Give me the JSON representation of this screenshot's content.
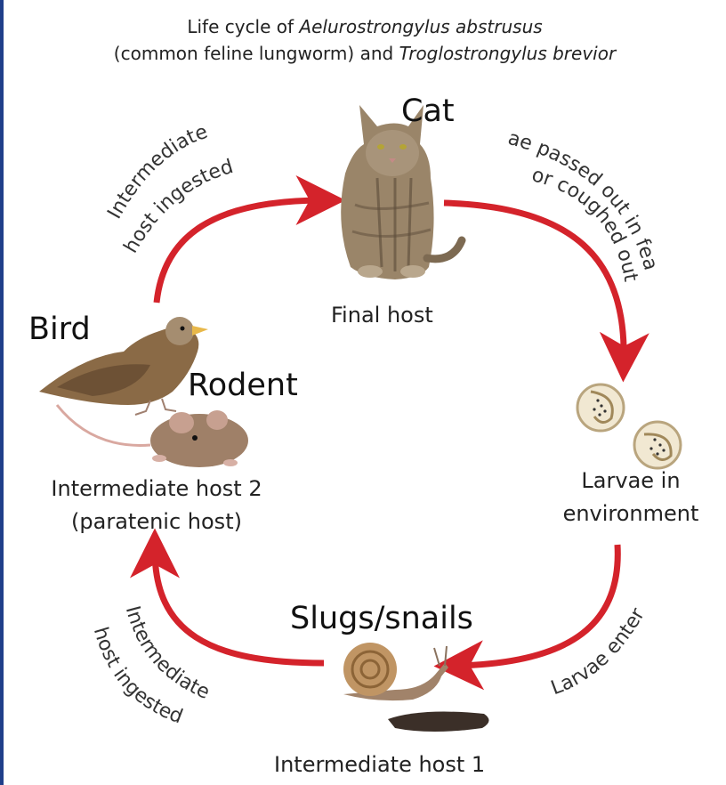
{
  "title": {
    "line1_prefix": "Life cycle of ",
    "line1_italic": "Aelurostrongylus abstrusus",
    "line2_prefix": "(common feline lungworm) and ",
    "line2_italic": "Troglostrongylus brevior"
  },
  "nodes": {
    "cat": {
      "label": "Cat",
      "caption": "Final host",
      "icon": "cat-icon"
    },
    "bird": {
      "label": "Bird",
      "icon": "bird-icon"
    },
    "rodent": {
      "label": "Rodent",
      "icon": "mouse-icon"
    },
    "intermediate2": {
      "caption_line1": "Intermediate host 2",
      "caption_line2": "(paratenic host)"
    },
    "larvae": {
      "caption_line1": "Larvae in",
      "caption_line2": "environment",
      "icon": "larvae-icon"
    },
    "slugs": {
      "label": "Slugs/snails",
      "caption": "Intermediate host 1",
      "icon": "snail-icon"
    }
  },
  "edges": {
    "top_left": {
      "line1": "Intermediate",
      "line2": "host ingested"
    },
    "top_right": {
      "line1": "Larvae passed out in feaces",
      "line2": "or coughed out"
    },
    "bottom_right": {
      "line1": "Larvae enter"
    },
    "bottom_left": {
      "line1": "Intermediate",
      "line2": "host ingested"
    }
  },
  "colors": {
    "arrow": "#d4232b",
    "border": "#1f3f8a"
  }
}
